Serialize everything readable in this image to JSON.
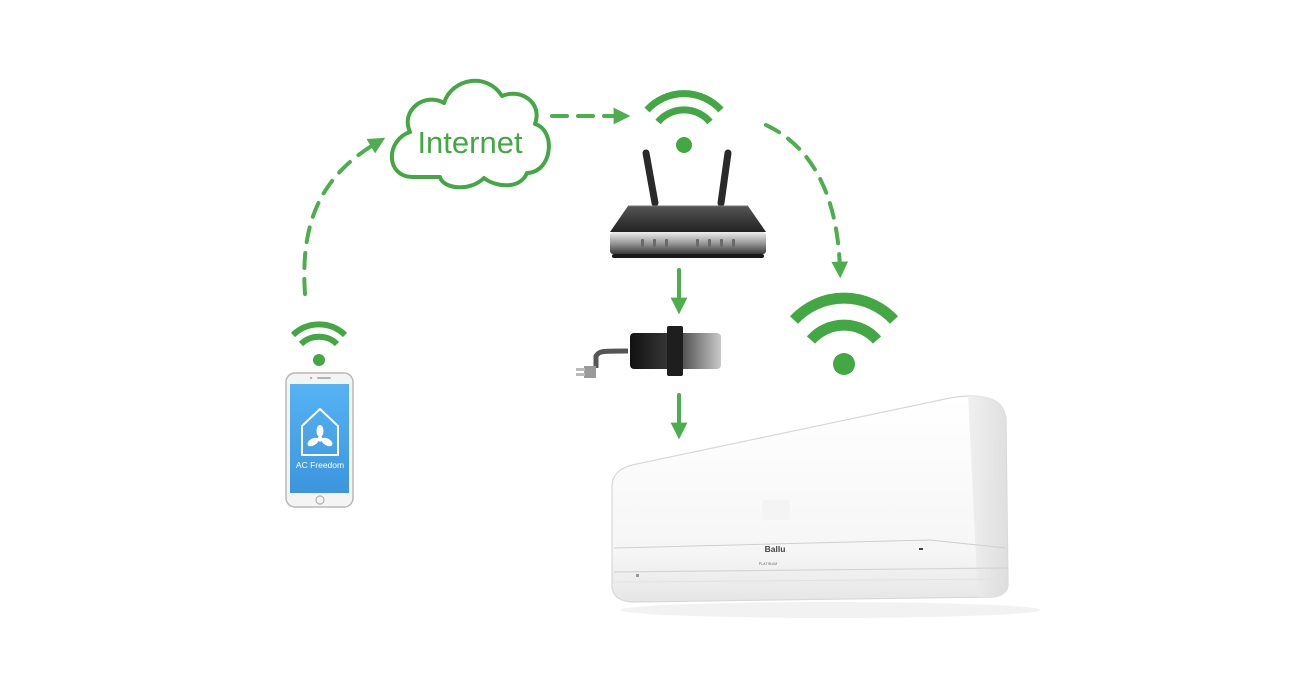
{
  "cloud": {
    "label": "Internet"
  },
  "phone": {
    "app_name": "AC Freedom"
  },
  "air_conditioner": {
    "brand": "Ballu",
    "series": "PLATINUM"
  },
  "colors": {
    "accent": "#43a843",
    "arrow": "#4cae4c",
    "phone_screen": "#4aa3e6",
    "router_body": "#2c2c2c"
  }
}
